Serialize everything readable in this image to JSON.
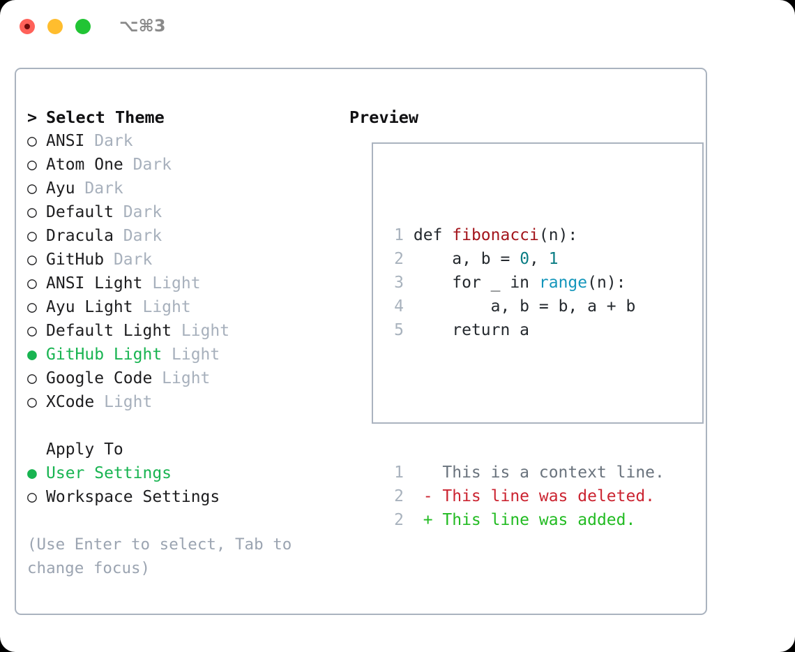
{
  "titlebar": {
    "shortcut": "⌥⌘3",
    "lights": [
      {
        "name": "close",
        "color": "#ff6159"
      },
      {
        "name": "minimize",
        "color": "#ffbd2e"
      },
      {
        "name": "maximize",
        "color": "#21c434"
      }
    ]
  },
  "theme_picker": {
    "heading_marker": ">",
    "heading": "Select Theme",
    "unselected_marker": "○",
    "selected_marker": "●",
    "items": [
      {
        "label": "ANSI",
        "variant": "Dark",
        "selected": false
      },
      {
        "label": "Atom One",
        "variant": "Dark",
        "selected": false
      },
      {
        "label": "Ayu",
        "variant": "Dark",
        "selected": false
      },
      {
        "label": "Default",
        "variant": "Dark",
        "selected": false
      },
      {
        "label": "Dracula",
        "variant": "Dark",
        "selected": false
      },
      {
        "label": "GitHub",
        "variant": "Dark",
        "selected": false
      },
      {
        "label": "ANSI Light",
        "variant": "Light",
        "selected": false
      },
      {
        "label": "Ayu Light",
        "variant": "Light",
        "selected": false
      },
      {
        "label": "Default Light",
        "variant": "Light",
        "selected": false
      },
      {
        "label": "GitHub Light",
        "variant": "Light",
        "selected": true
      },
      {
        "label": "Google Code",
        "variant": "Light",
        "selected": false
      },
      {
        "label": "XCode",
        "variant": "Light",
        "selected": false
      }
    ]
  },
  "apply_to": {
    "heading": "Apply To",
    "items": [
      {
        "label": "User Settings",
        "selected": true
      },
      {
        "label": "Workspace Settings",
        "selected": false
      }
    ]
  },
  "hint": "(Use Enter to select, Tab to change focus)",
  "preview": {
    "title": "Preview",
    "code_lines": [
      {
        "num": "1",
        "tokens": [
          {
            "text": "def ",
            "cls": "tok-def"
          },
          {
            "text": "fibonacci",
            "cls": "tok-fn"
          },
          {
            "text": "(n):",
            "cls": "tok-plain"
          }
        ]
      },
      {
        "num": "2",
        "tokens": [
          {
            "text": "    a, b = ",
            "cls": "tok-plain"
          },
          {
            "text": "0",
            "cls": "tok-num"
          },
          {
            "text": ", ",
            "cls": "tok-plain"
          },
          {
            "text": "1",
            "cls": "tok-num"
          }
        ]
      },
      {
        "num": "3",
        "tokens": [
          {
            "text": "    for _ in ",
            "cls": "tok-kw"
          },
          {
            "text": "range",
            "cls": "tok-call"
          },
          {
            "text": "(n):",
            "cls": "tok-plain"
          }
        ]
      },
      {
        "num": "4",
        "tokens": [
          {
            "text": "        a, b = b, a + b",
            "cls": "tok-plain"
          }
        ]
      },
      {
        "num": "5",
        "tokens": [
          {
            "text": "    return a",
            "cls": "tok-plain"
          }
        ]
      }
    ],
    "diff_lines": [
      {
        "num": "1",
        "sign": " ",
        "text": "This is a context line.",
        "cls": "diff-ctx"
      },
      {
        "num": "2",
        "sign": "-",
        "text": "This line was deleted.",
        "cls": "diff-del"
      },
      {
        "num": "2",
        "sign": "+",
        "text": "This line was added.",
        "cls": "diff-add"
      }
    ]
  },
  "colors": {
    "accent_green": "#18b451",
    "dim_text": "#a7b0bc",
    "border": "#aab3bf",
    "diff_add": "#22bb22",
    "diff_del": "#cb2431",
    "function_name": "#a3141b",
    "number_literal": "#0a7d84",
    "builtin_call": "#1496bb"
  }
}
